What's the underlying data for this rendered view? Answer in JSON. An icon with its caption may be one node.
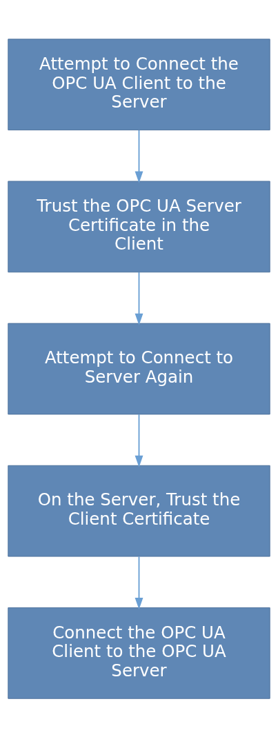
{
  "diagram": {
    "nodes": [
      {
        "text": [
          "Attempt to Connect the OPC UA Client to the Server"
        ]
      },
      {
        "text": [
          "Trust the OPC UA Server Certificate in the Client"
        ]
      },
      {
        "text": [
          "Attempt to Connect to Server Again"
        ]
      },
      {
        "text": [
          "On the Server, Trust the Client Certificate"
        ]
      },
      {
        "text": [
          "Connect the OPC UA Client to the OPC UA Server"
        ]
      }
    ],
    "edges": [
      {
        "from": 0,
        "to": 1,
        "arrow": "to"
      },
      {
        "from": 1,
        "to": 2,
        "arrow": "to"
      },
      {
        "from": 2,
        "to": 3,
        "arrow": "to"
      },
      {
        "from": 3,
        "to": 4,
        "arrow": "to"
      }
    ]
  }
}
